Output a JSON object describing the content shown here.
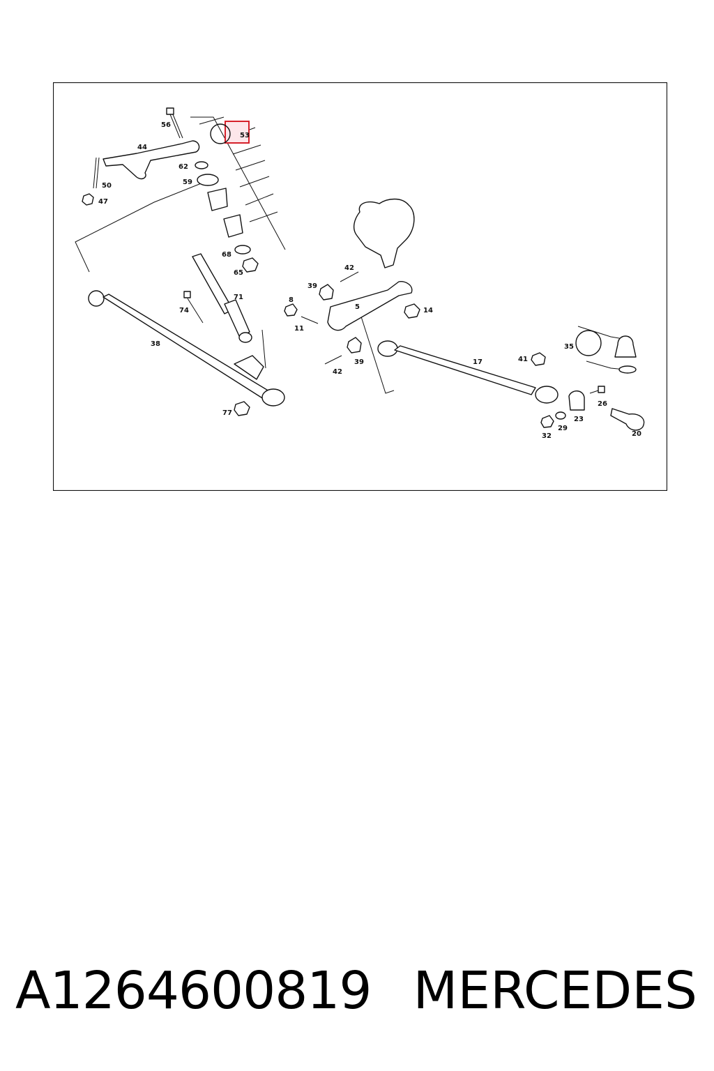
{
  "diagram": {
    "highlighted_part": "53",
    "callouts": {
      "c56": "56",
      "c53": "53",
      "c44": "44",
      "c62": "62",
      "c59": "59",
      "c50": "50",
      "c47": "47",
      "c68": "68",
      "c65": "65",
      "c71": "71",
      "c74": "74",
      "c38": "38",
      "c77": "77",
      "c42a": "42",
      "c39a": "39",
      "c8": "8",
      "c5": "5",
      "c14": "14",
      "c11": "11",
      "c39b": "39",
      "c42b": "42",
      "c17": "17",
      "c41": "41",
      "c35": "35",
      "c26": "26",
      "c23": "23",
      "c29": "29",
      "c32": "32",
      "c20": "20"
    },
    "colors": {
      "highlight_border": "#d6202a",
      "highlight_fill": "#fde6ea"
    }
  },
  "footer": {
    "part_number": "A1264600819",
    "brand": "MERCEDES"
  }
}
